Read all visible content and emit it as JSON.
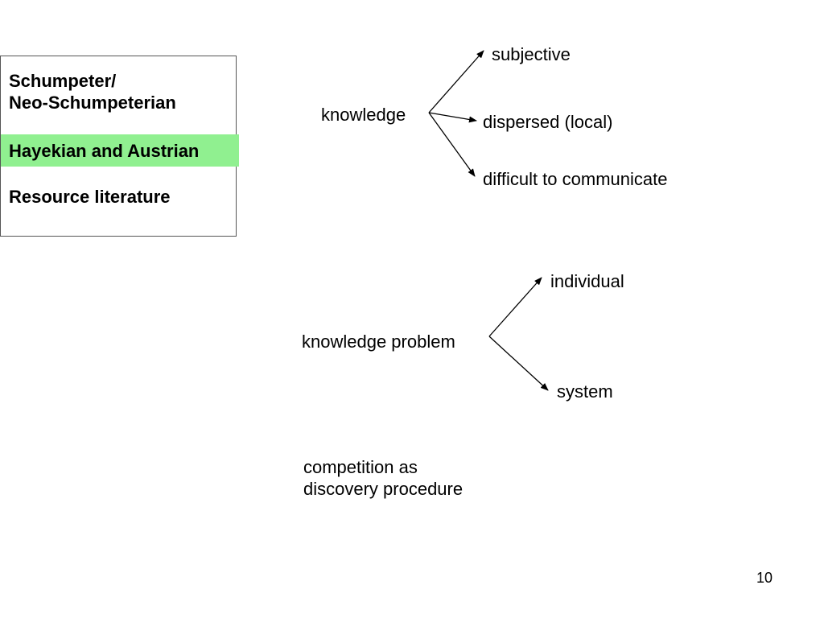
{
  "sidebar": {
    "items": [
      {
        "line1": "Schumpeter/",
        "line2": "Neo-Schumpeterian"
      },
      {
        "label": "Hayekian and Austrian"
      },
      {
        "label": "Resource literature"
      }
    ],
    "highlight_color": "#90f090"
  },
  "diagram": {
    "knowledge": {
      "root": "knowledge",
      "branches": [
        "subjective",
        "dispersed (local)",
        "difficult to communicate"
      ]
    },
    "knowledge_problem": {
      "root": "knowledge problem",
      "branches": [
        "individual",
        "system"
      ]
    },
    "note": {
      "line1": "competition as",
      "line2": "discovery procedure"
    }
  },
  "page_number": "10"
}
